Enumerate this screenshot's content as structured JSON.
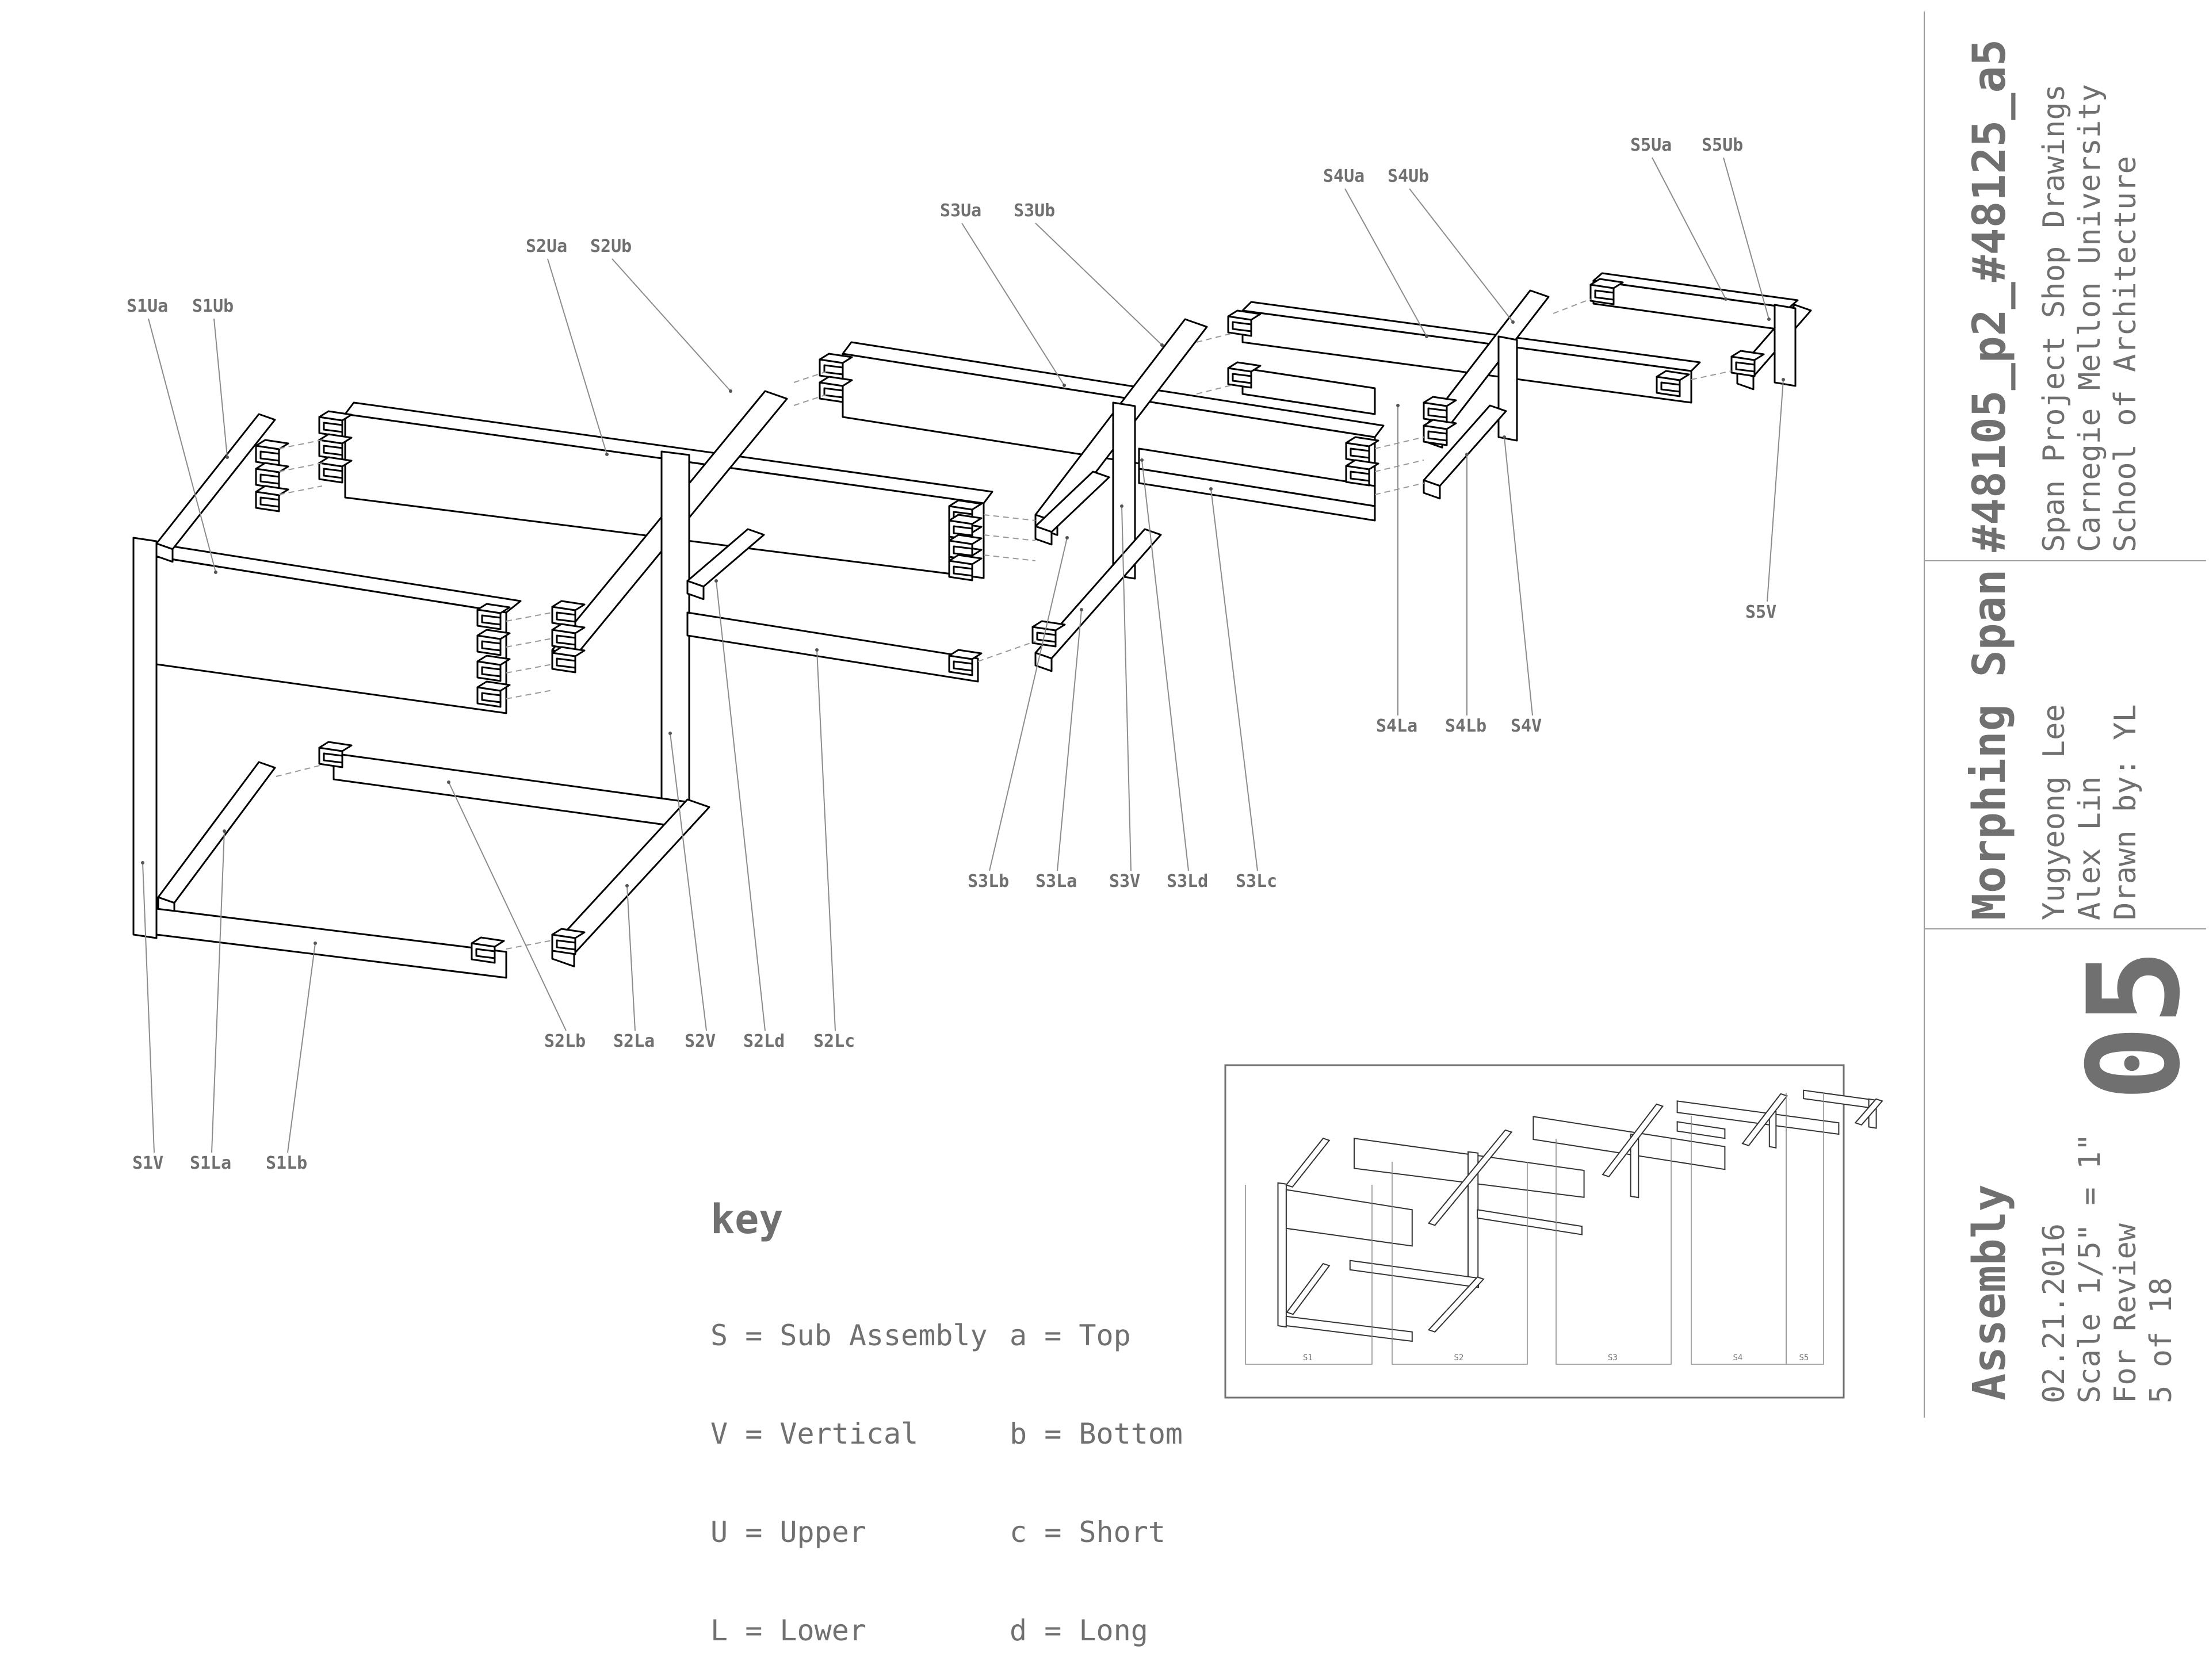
{
  "callouts": [
    {
      "id": "S1Ua",
      "text": "S1Ua"
    },
    {
      "id": "S1Ub",
      "text": "S1Ub"
    },
    {
      "id": "S2Ua",
      "text": "S2Ua"
    },
    {
      "id": "S2Ub",
      "text": "S2Ub"
    },
    {
      "id": "S3Ua",
      "text": "S3Ua"
    },
    {
      "id": "S3Ub",
      "text": "S3Ub"
    },
    {
      "id": "S4Ua",
      "text": "S4Ua"
    },
    {
      "id": "S4Ub",
      "text": "S4Ub"
    },
    {
      "id": "S5Ua",
      "text": "S5Ua"
    },
    {
      "id": "S5Ub",
      "text": "S5Ub"
    },
    {
      "id": "S5V",
      "text": "S5V"
    },
    {
      "id": "S4La",
      "text": "S4La"
    },
    {
      "id": "S4Lb",
      "text": "S4Lb"
    },
    {
      "id": "S4V",
      "text": "S4V"
    },
    {
      "id": "S3Lb",
      "text": "S3Lb"
    },
    {
      "id": "S3La",
      "text": "S3La"
    },
    {
      "id": "S3V",
      "text": "S3V"
    },
    {
      "id": "S3Ld",
      "text": "S3Ld"
    },
    {
      "id": "S3Lc",
      "text": "S3Lc"
    },
    {
      "id": "S2Lb",
      "text": "S2Lb"
    },
    {
      "id": "S2La",
      "text": "S2La"
    },
    {
      "id": "S2V",
      "text": "S2V"
    },
    {
      "id": "S2Ld",
      "text": "S2Ld"
    },
    {
      "id": "S2Lc",
      "text": "S2Lc"
    },
    {
      "id": "S1V",
      "text": "S1V"
    },
    {
      "id": "S1La",
      "text": "S1La"
    },
    {
      "id": "S1Lb",
      "text": "S1Lb"
    }
  ],
  "key": {
    "title": "key",
    "left": [
      "S = Sub Assembly",
      "V = Vertical",
      "U = Upper",
      "L = Lower"
    ],
    "right": [
      "a = Top",
      "b = Bottom",
      "c = Short",
      "d = Long"
    ]
  },
  "thumbnail": {
    "labels": [
      "S1",
      "S2",
      "S3",
      "S4",
      "S5"
    ]
  },
  "title_block": {
    "project_id": "#48105_p2_#48125_a5",
    "course_lines": [
      "Span Project Shop Drawings",
      "Carnegie Mellon University",
      "School of Architecture"
    ],
    "project_name": "Morphing Span",
    "author_lines": [
      "Yugyeong Lee",
      "Alex Lin",
      "Drawn by: YL"
    ],
    "sheet_number": "05",
    "sheet_title": "Assembly",
    "meta_lines": [
      "02.21.2016",
      "Scale 1/5\" = 1\"",
      "For Review",
      "5 of 18"
    ]
  },
  "colors": {
    "ink": "#000000",
    "annotation": "#707070",
    "leader": "#8c8c8c"
  }
}
